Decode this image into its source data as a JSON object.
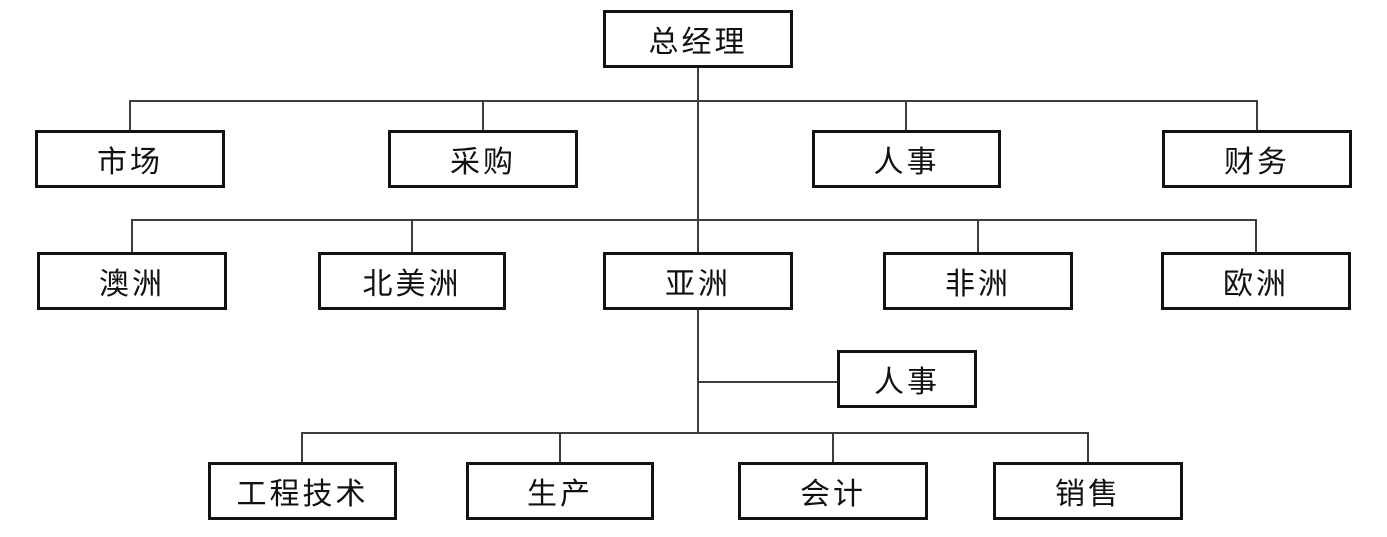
{
  "diagram": {
    "type": "org-chart",
    "colors": {
      "background": "#ffffff",
      "box_border": "#121212",
      "connector_line": "#3d3d3d",
      "text": "#111111"
    }
  },
  "nodes": {
    "general_manager": "总经理",
    "market": "市场",
    "procurement": "采购",
    "hr": "人事",
    "finance": "财务",
    "australia": "澳洲",
    "north_america": "北美洲",
    "asia": "亚洲",
    "africa": "非洲",
    "europe": "欧洲",
    "asia_hr": "人事",
    "engineering": "工程技术",
    "production": "生产",
    "accounting": "会计",
    "sales": "销售"
  },
  "hierarchy": [
    {
      "parent": "general_manager",
      "children": [
        "market",
        "procurement",
        "hr",
        "finance"
      ]
    },
    {
      "parent": "general_manager",
      "children": [
        "australia",
        "north_america",
        "asia",
        "africa",
        "europe"
      ]
    },
    {
      "parent": "asia",
      "children": [
        "asia_hr"
      ]
    },
    {
      "parent": "asia",
      "children": [
        "engineering",
        "production",
        "accounting",
        "sales"
      ]
    }
  ]
}
